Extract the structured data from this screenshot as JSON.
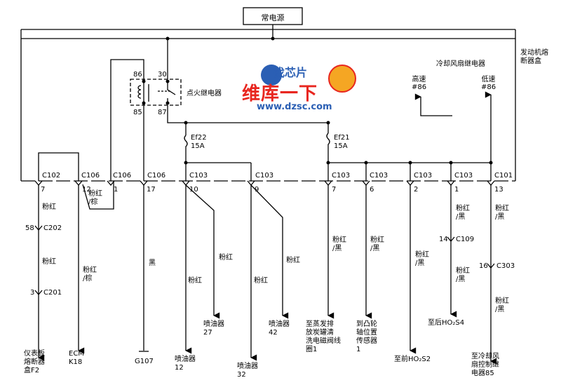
{
  "source": {
    "label": "常电源"
  },
  "fusebox": {
    "label": "发动机熔\n断器盒"
  },
  "relays": {
    "ignition": {
      "label": "点火继电器",
      "pins": [
        "86",
        "30",
        "85",
        "87"
      ]
    },
    "fan": {
      "label": "冷却风扇继电器",
      "high": "高速\n#86",
      "low": "低速\n#86"
    }
  },
  "fuses": [
    {
      "name": "Ef22",
      "rating": "15A"
    },
    {
      "name": "Ef21",
      "rating": "15A"
    }
  ],
  "connectors": [
    {
      "name": "C102",
      "pin": "7"
    },
    {
      "name": "C106",
      "pin": "12"
    },
    {
      "name": "C106",
      "pin": "1"
    },
    {
      "name": "C106",
      "pin": "17"
    },
    {
      "name": "C103",
      "pin": "10"
    },
    {
      "name": "C103",
      "pin": "9"
    },
    {
      "name": "C103",
      "pin": "7"
    },
    {
      "name": "C103",
      "pin": "6"
    },
    {
      "name": "C103",
      "pin": "2"
    },
    {
      "name": "C103",
      "pin": "1"
    },
    {
      "name": "C101",
      "pin": "13"
    }
  ],
  "inline_connectors": {
    "c202": {
      "pin": "58",
      "name": "C202"
    },
    "c201": {
      "pin": "3",
      "name": "C201"
    },
    "c109": {
      "pin": "14",
      "name": "C109"
    },
    "c303": {
      "pin": "16",
      "name": "C303"
    }
  },
  "wires": {
    "w1": "粉红",
    "w2": "粉红",
    "w3": "粉红\n/棕",
    "w4": "粉红\n/棕",
    "w5": "黑",
    "w6": "粉红",
    "w7": "粉红",
    "w8": "粉红",
    "w9": "粉红",
    "w10": "粉红\n/黑",
    "w11": "粉红\n/黑",
    "w12": "粉红\n/黑",
    "w13": "粉红\n/黑",
    "w14": "粉红\n/黑",
    "w15": "粉红\n/黑",
    "w16": "粉红\n/黑"
  },
  "destinations": {
    "d1": "仪表板\n熔断器\n盒F2",
    "d2": "ECM\nK18",
    "d3": "G107",
    "d4": "喷油器\n12",
    "d5": "喷油器\n27",
    "d6": "喷油器\n32",
    "d7": "喷油器\n42",
    "d8": "至蒸发排\n放炭罐清\n洗电磁阀线\n圈1",
    "d9": "到凸轮\n轴位置\n传感器\n1",
    "d10": "至前HO₂S2",
    "d11": "至后HO₂S4",
    "d12": "至冷却风\n扇控制继\n电器85"
  },
  "watermark": {
    "cn": "维库一下",
    "url": "www.dzsc.com",
    "tag": "找芯片"
  },
  "colors": {
    "line": "#000000",
    "watermark_red": "#e8261f",
    "watermark_blue": "#2b5fb4"
  }
}
